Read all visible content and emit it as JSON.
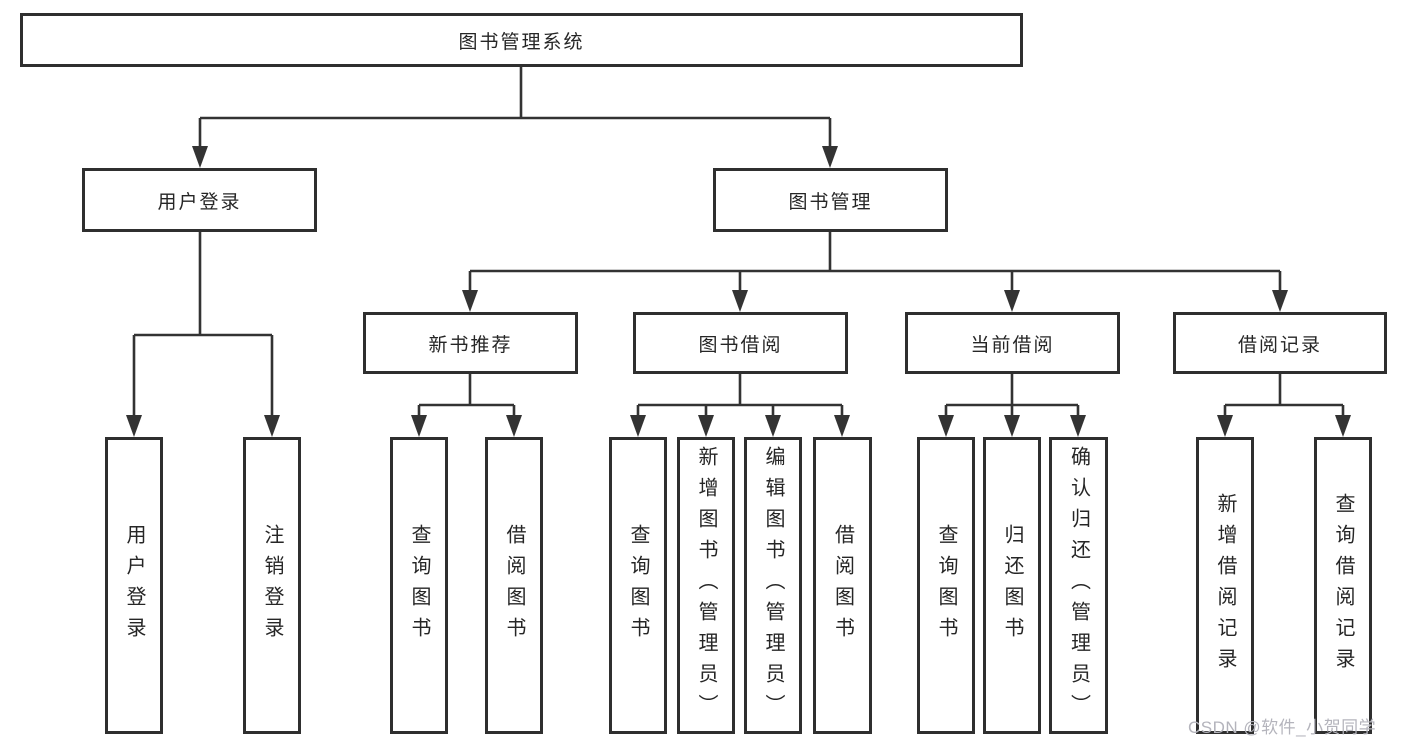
{
  "watermark": "CSDN @软件_小贺同学",
  "colors": {
    "line": "#333333",
    "box_border": "#2f2f2f",
    "text": "#262626",
    "background": "#ffffff",
    "watermark": "#b4b4bc"
  },
  "tree": {
    "label": "图书管理系统",
    "children": [
      {
        "label": "用户登录",
        "children": [
          {
            "label": "用户登录"
          },
          {
            "label": "注销登录"
          }
        ]
      },
      {
        "label": "图书管理",
        "children": [
          {
            "label": "新书推荐",
            "children": [
              {
                "label": "查询图书"
              },
              {
                "label": "借阅图书"
              }
            ]
          },
          {
            "label": "图书借阅",
            "children": [
              {
                "label": "查询图书"
              },
              {
                "label": "新增图书（管理员）"
              },
              {
                "label": "编辑图书（管理员）"
              },
              {
                "label": "借阅图书"
              }
            ]
          },
          {
            "label": "当前借阅",
            "children": [
              {
                "label": "查询图书"
              },
              {
                "label": "归还图书"
              },
              {
                "label": "确认归还（管理员）"
              }
            ]
          },
          {
            "label": "借阅记录",
            "children": [
              {
                "label": "新增借阅记录"
              },
              {
                "label": "查询借阅记录"
              }
            ]
          }
        ]
      }
    ]
  }
}
